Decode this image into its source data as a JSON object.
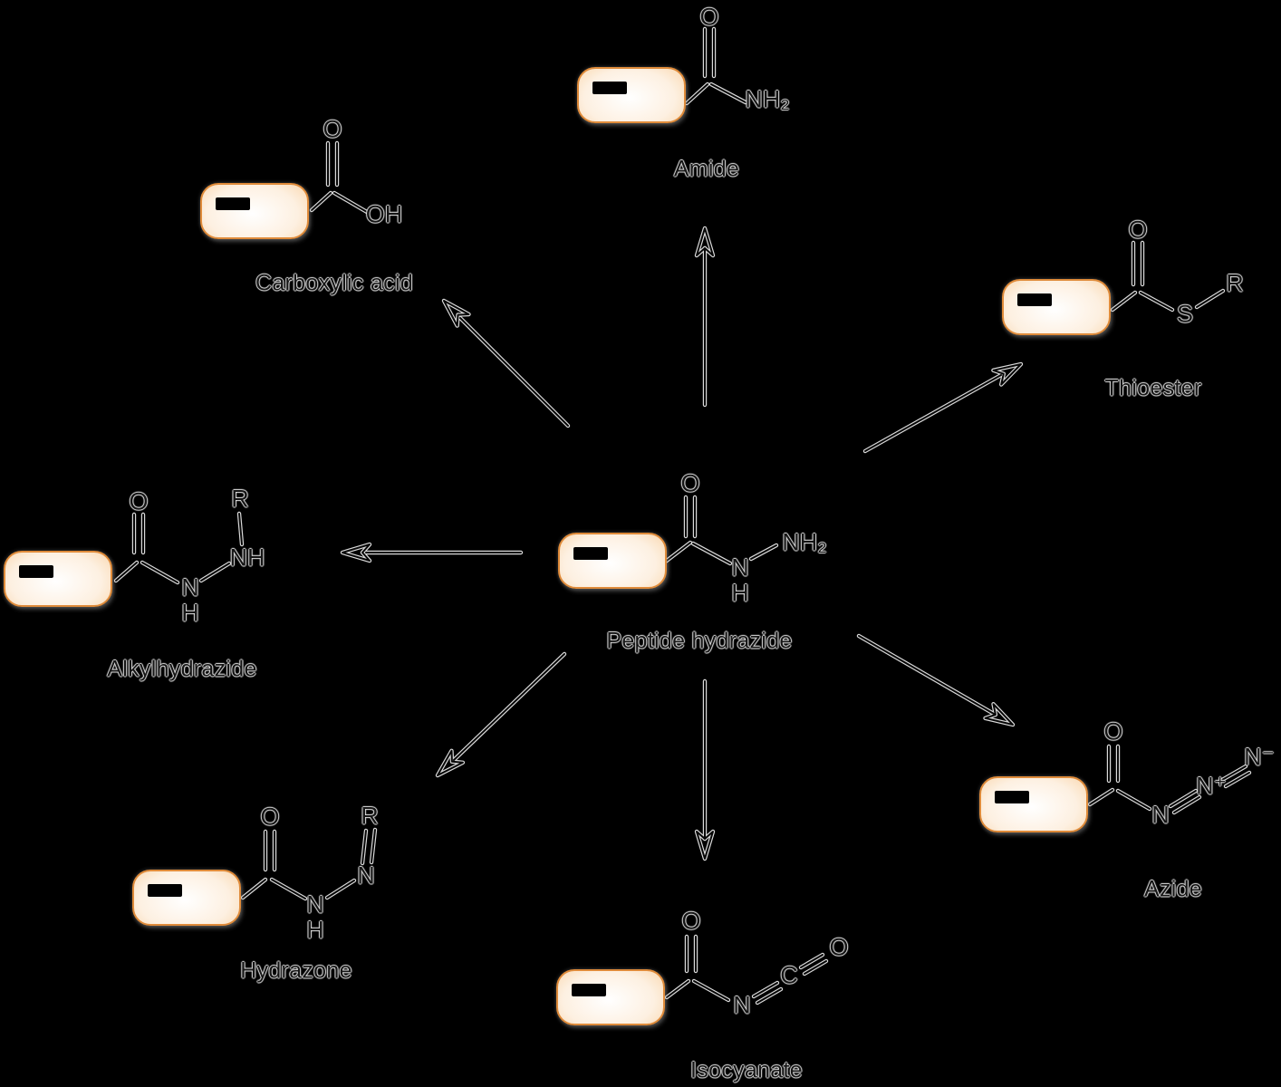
{
  "colors": {
    "background": "#000000",
    "pill_border": "#df8b3a",
    "pill_fill_light": "#fff7ee",
    "pill_fill_mid": "#f5c493",
    "pill_fill_edge": "#e48f3e",
    "tag_bar": "#000000",
    "bond_core": "#060606",
    "bond_halo": "#d9d9d9",
    "label_text": "#151515"
  },
  "molecules": {
    "center": {
      "label": "Peptide hydrazide",
      "o": "O",
      "n": "N",
      "h": "H",
      "nh2": "NH₂"
    },
    "amide": {
      "label": "Amide",
      "o": "O",
      "nh2": "NH₂"
    },
    "carboxylic_acid": {
      "label": "Carboxylic acid",
      "o": "O",
      "oh": "OH"
    },
    "thioester": {
      "label": "Thioester",
      "o": "O",
      "s": "S",
      "r": "R"
    },
    "alkylhydrazide": {
      "label": "Alkylhydrazide",
      "o": "O",
      "n": "N",
      "h": "H",
      "nh": "NH",
      "r": "R"
    },
    "hydrazone": {
      "label": "Hydrazone",
      "o": "O",
      "n": "N",
      "h": "H",
      "n2": "N",
      "r": "R"
    },
    "isocyanate": {
      "label": "Isocyanate",
      "o": "O",
      "n": "N",
      "c": "C",
      "o2": "O"
    },
    "azide": {
      "label": "Azide",
      "o": "O",
      "n": "N",
      "n_plus": "N⁺",
      "n_minus": "N⁻"
    }
  }
}
